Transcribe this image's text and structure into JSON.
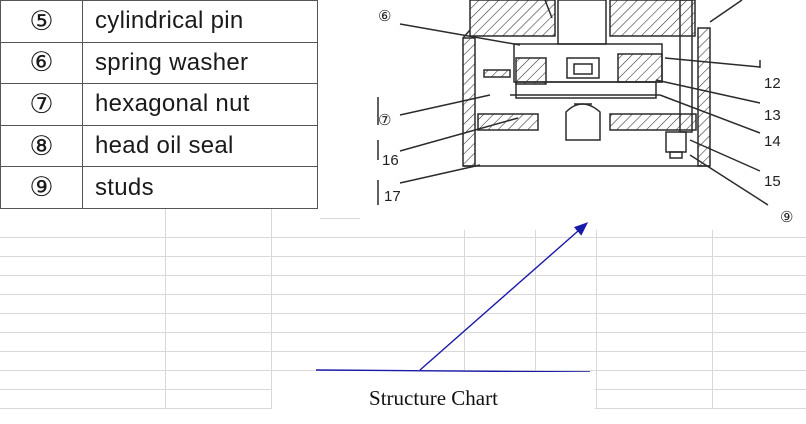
{
  "parts_table": {
    "rows": [
      {
        "number": "⑤",
        "name": "cylindrical pin"
      },
      {
        "number": "⑥",
        "name": "spring washer"
      },
      {
        "number": "⑦",
        "name": "hexagonal nut"
      },
      {
        "number": "⑧",
        "name": "head oil seal"
      },
      {
        "number": "⑨",
        "name": "studs"
      }
    ]
  },
  "drawing": {
    "callouts": {
      "c6": "⑥",
      "c7": "⑦",
      "c9": "⑨",
      "c12": "12",
      "c13": "13",
      "c14": "14",
      "c15": "15",
      "c16": "16",
      "c17": "17"
    }
  },
  "caption": {
    "text": "Structure Chart"
  },
  "colors": {
    "grid": "#d9d9d9",
    "annotation_line": "#1a1aa8",
    "drawing_line": "#2b2b2b"
  }
}
